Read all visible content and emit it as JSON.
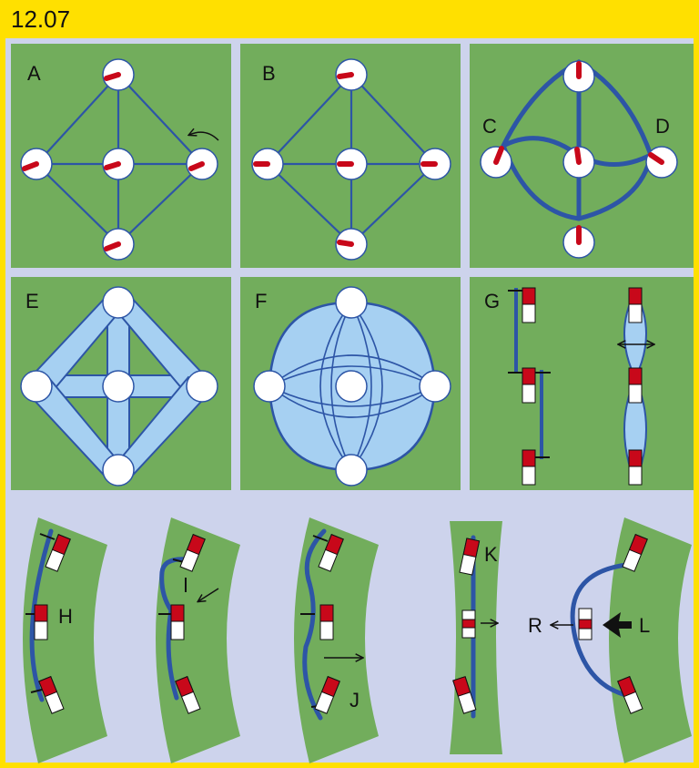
{
  "figure": {
    "title": "12.07",
    "colors": {
      "frame": "#ffe000",
      "panel_bg": "#cdd3ec",
      "green": "#72ad5c",
      "blue": "#2d55a6",
      "light_blue": "#a6d0f2",
      "red": "#c8081a",
      "white": "#ffffff"
    }
  },
  "panels": {
    "A": {
      "label": "A"
    },
    "B": {
      "label": "B"
    },
    "C": {
      "label": "C",
      "label2": "D"
    },
    "E": {
      "label": "E"
    },
    "F": {
      "label": "F"
    },
    "G": {
      "label": "G"
    },
    "H": {
      "label": "H"
    },
    "J": {
      "label": "J"
    },
    "K": {
      "label": "K"
    },
    "L": {
      "label": "L",
      "label2": "R"
    }
  }
}
